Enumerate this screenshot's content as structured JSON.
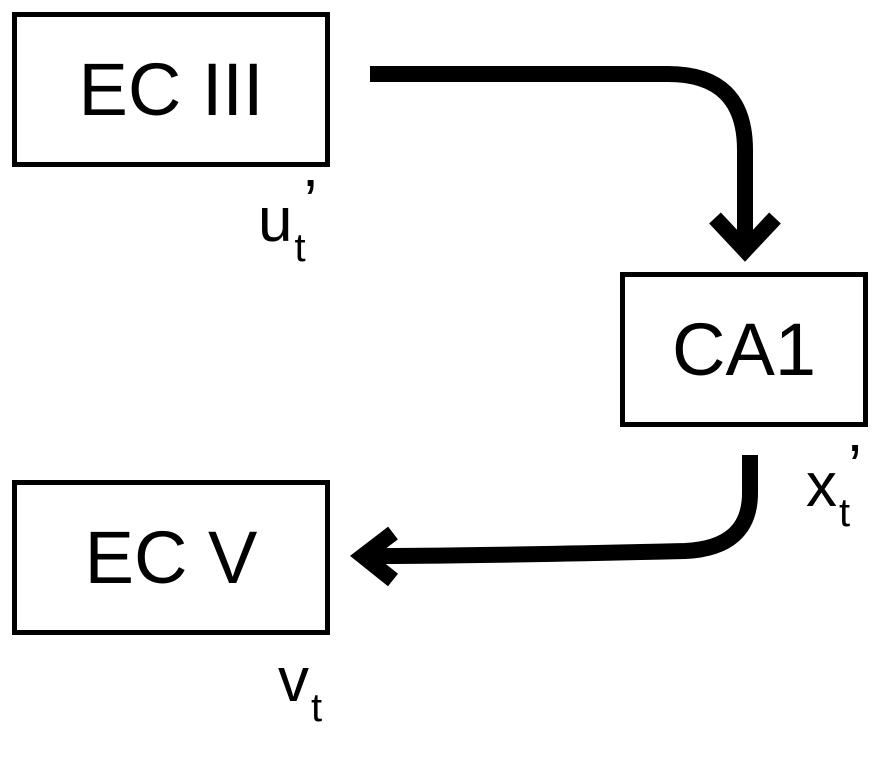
{
  "nodes": {
    "ec3": {
      "label": "EC III",
      "variable": {
        "symbol": "u",
        "subscript": "t",
        "prime": "’"
      }
    },
    "ca1": {
      "label": "CA1",
      "variable": {
        "symbol": "x",
        "subscript": "t",
        "prime": "’"
      }
    },
    "ec5": {
      "label": "EC V",
      "variable": {
        "symbol": "v",
        "subscript": "t",
        "prime": ""
      }
    }
  },
  "edges": [
    {
      "from": "EC III",
      "to": "CA1"
    },
    {
      "from": "CA1",
      "to": "EC V"
    }
  ],
  "colors": {
    "stroke": "#000000",
    "background": "#ffffff"
  }
}
